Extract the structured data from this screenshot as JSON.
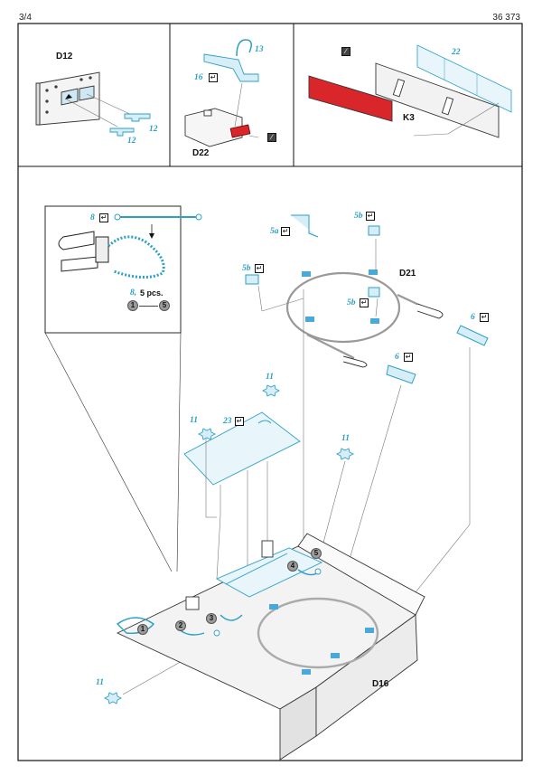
{
  "header": {
    "page": "3/4",
    "number": "36 373"
  },
  "panels": {
    "d12": {
      "code": "D12",
      "parts": [
        "12",
        "12"
      ]
    },
    "d22": {
      "code": "D22",
      "parts": [
        "13",
        "16"
      ],
      "fold_symbol": "fold-icon",
      "paint_symbol": "paint-icon"
    },
    "k3": {
      "code": "K3",
      "parts": [
        "22"
      ],
      "paint_symbol": "paint-icon",
      "paint_color": "#d9262b"
    }
  },
  "inset": {
    "part": "8",
    "caption_part": "8,",
    "caption_qty": "5 pcs.",
    "range_start": "1",
    "range_end": "5"
  },
  "d21": {
    "code": "D21",
    "parts": [
      "5a",
      "5b",
      "5b",
      "5b",
      "6",
      "6"
    ]
  },
  "d16": {
    "code": "D16",
    "parts": [
      "11",
      "11",
      "11",
      "11",
      "23"
    ],
    "markers": [
      "1",
      "2",
      "3",
      "4",
      "5"
    ]
  },
  "colors": {
    "accent": "#2a9fc7",
    "etch": "#d7eef7",
    "red": "#d9262b",
    "marker": "#9c9c9c"
  }
}
